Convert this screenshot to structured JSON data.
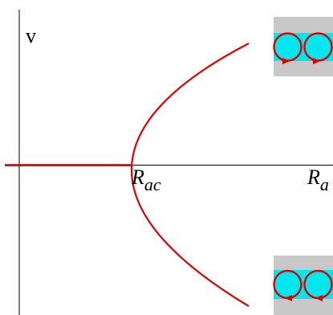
{
  "labels": {
    "y_axis": "v",
    "critical_main": "R",
    "critical_sub": "ac",
    "x_axis_main": "R",
    "x_axis_sub": "a"
  },
  "colors": {
    "background": "#ffffff",
    "axis": "#000000",
    "branch": "#e00000",
    "trivial_branch": "#b00000",
    "inset_frame": "#c8c8c8",
    "fluid_layer": "#00e8ee",
    "roll": "#00e8ee",
    "roll_outline": "#e00000"
  },
  "insets": [
    {
      "name": "top",
      "roll_direction": "counterclockwise"
    },
    {
      "name": "bottom",
      "roll_direction": "clockwise"
    }
  ]
}
